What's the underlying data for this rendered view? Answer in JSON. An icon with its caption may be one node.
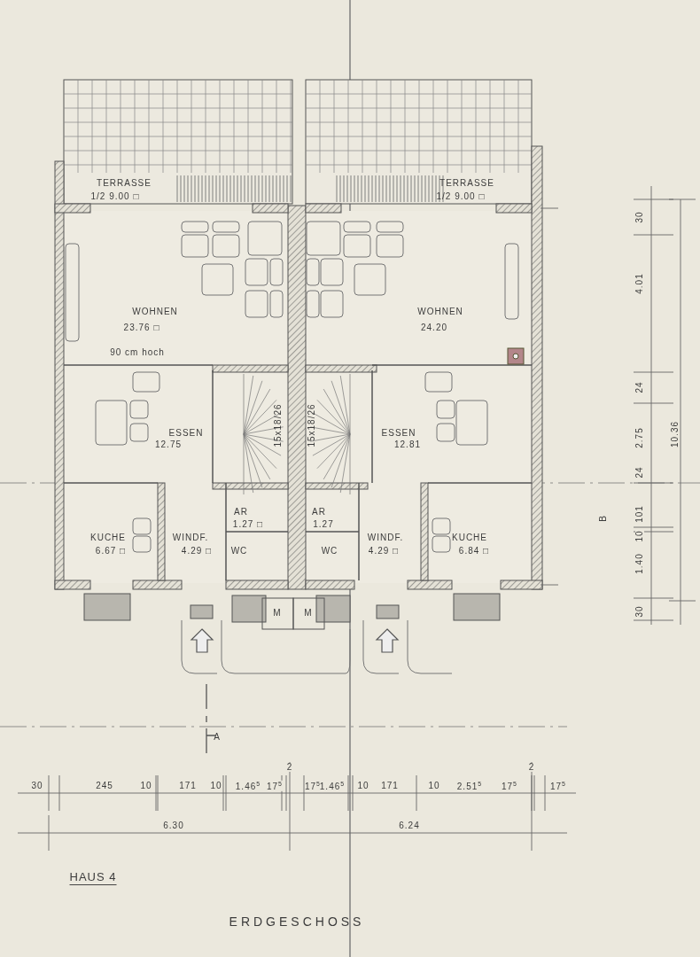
{
  "diagram": {
    "title": "ERDGESCHOSS",
    "labels": [
      "TERRASSE",
      "1/2 9.00 □",
      "TERRASSE",
      "1/2 9.00 □",
      "WOHNEN",
      "23.76 □",
      "WOHNEN",
      "24.20",
      "90 cm hoch",
      "ESSEN",
      "12.75",
      "ESSEN",
      "12.81",
      "15x18/26",
      "15x18/26",
      "AR",
      "1.27 □",
      "AR",
      "1.27",
      "KUCHE",
      "6.67 □",
      "WINDF.",
      "4.29 □",
      "WC",
      "WC",
      "WINDF.",
      "4.29 □",
      "KUCHE",
      "6.84 □",
      "M",
      "M",
      "A",
      "B",
      "30",
      "4.01",
      "24",
      "2.75",
      "24",
      "101",
      "10",
      "1.40",
      "30",
      "10.36",
      "2",
      "2",
      "30",
      "245",
      "10",
      "171",
      "10",
      "1.46$^{5}$",
      "17$^{5}$",
      "17$^{5}$",
      "1.46$^{5}$",
      "10",
      "171",
      "10",
      "2.51$^{5}$",
      "17$^{5}$",
      "17$^{5}$",
      "6.30",
      "6.24",
      "HAUS 4"
    ]
  }
}
